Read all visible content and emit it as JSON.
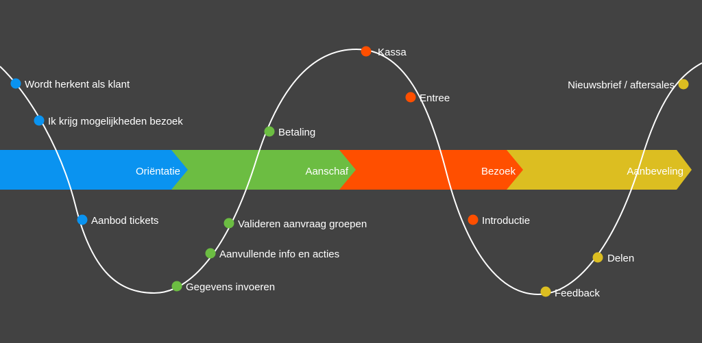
{
  "colors": {
    "background": "#424242",
    "curve": "#ffffff",
    "text": "#ffffff",
    "orientatie": "#0a93f0",
    "aanschaf": "#6cbd42",
    "bezoek": "#ff4f00",
    "aanbeveling": "#dcbe21"
  },
  "phases": [
    {
      "id": "orientatie",
      "label": "Oriëntatie"
    },
    {
      "id": "aanschaf",
      "label": "Aanschaf"
    },
    {
      "id": "bezoek",
      "label": "Bezoek"
    },
    {
      "id": "aanbeveling",
      "label": "Aanbeveling"
    }
  ],
  "touchpoints": [
    {
      "label": "Wordt herkent als klant",
      "phase": "orientatie"
    },
    {
      "label": "Ik krijg mogelijkheden bezoek",
      "phase": "orientatie"
    },
    {
      "label": "Aanbod tickets",
      "phase": "orientatie"
    },
    {
      "label": "Gegevens invoeren",
      "phase": "aanschaf"
    },
    {
      "label": "Aanvullende info en acties",
      "phase": "aanschaf"
    },
    {
      "label": "Valideren aanvraag groepen",
      "phase": "aanschaf"
    },
    {
      "label": "Betaling",
      "phase": "aanschaf"
    },
    {
      "label": "Kassa",
      "phase": "bezoek"
    },
    {
      "label": "Entree",
      "phase": "bezoek"
    },
    {
      "label": "Introductie",
      "phase": "bezoek"
    },
    {
      "label": "Feedback",
      "phase": "aanbeveling"
    },
    {
      "label": "Delen",
      "phase": "aanbeveling"
    },
    {
      "label": "Nieuwsbrief / aftersales",
      "phase": "aanbeveling"
    }
  ]
}
